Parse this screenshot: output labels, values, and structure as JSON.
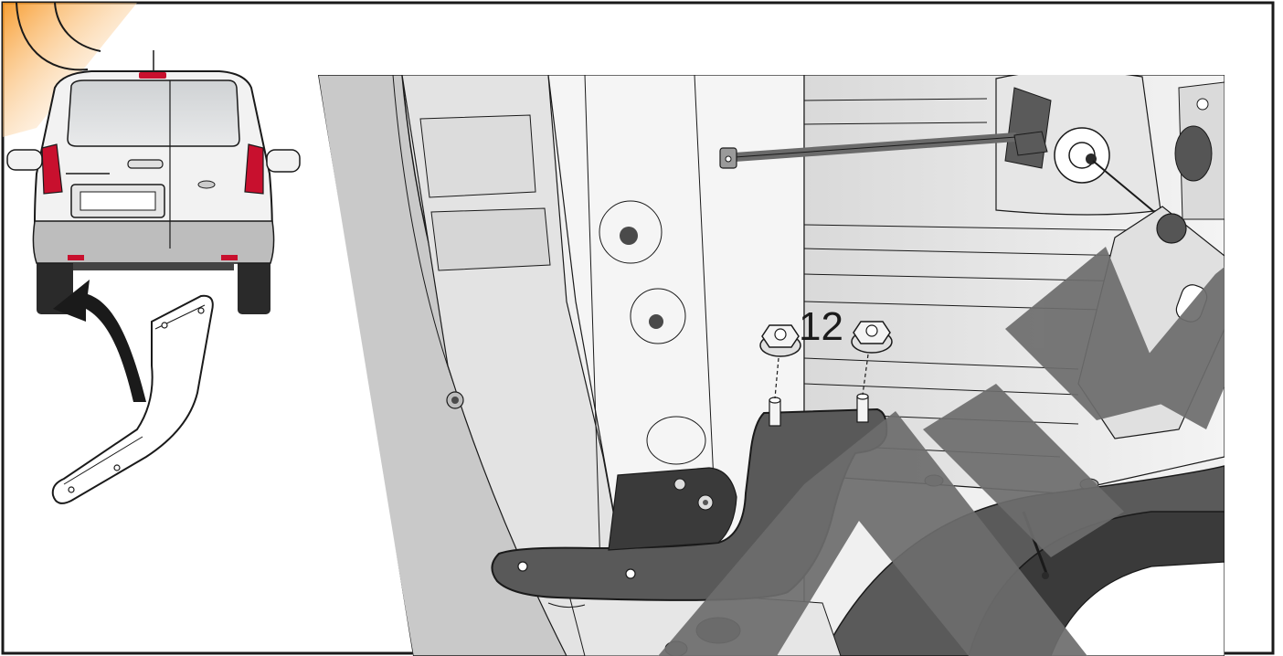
{
  "figure": {
    "kind": "installation-instruction",
    "callouts": [
      {
        "id": "nut-callout",
        "label": "12"
      }
    ],
    "parts": [
      "flange-nut",
      "flange-nut",
      "mounting-bracket",
      "threaded-stud",
      "threaded-stud"
    ],
    "overview": {
      "subject": "van-rear-view",
      "highlight_color": "#f7941d",
      "taillight_color": "#c8102e"
    },
    "watermark": {
      "lettering": "NAV",
      "color": "#6d6d6d"
    }
  }
}
